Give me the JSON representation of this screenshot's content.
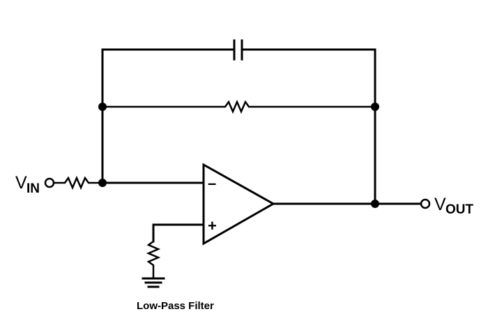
{
  "caption": "Low-Pass Filter",
  "input_label": {
    "main": "V",
    "sub": "IN"
  },
  "output_label": {
    "main": "V",
    "sub": "OUT"
  },
  "opamp": {
    "inverting_sign": "–",
    "noninverting_sign": "+"
  },
  "colors": {
    "ink": "#000000",
    "background": "#ffffff"
  }
}
